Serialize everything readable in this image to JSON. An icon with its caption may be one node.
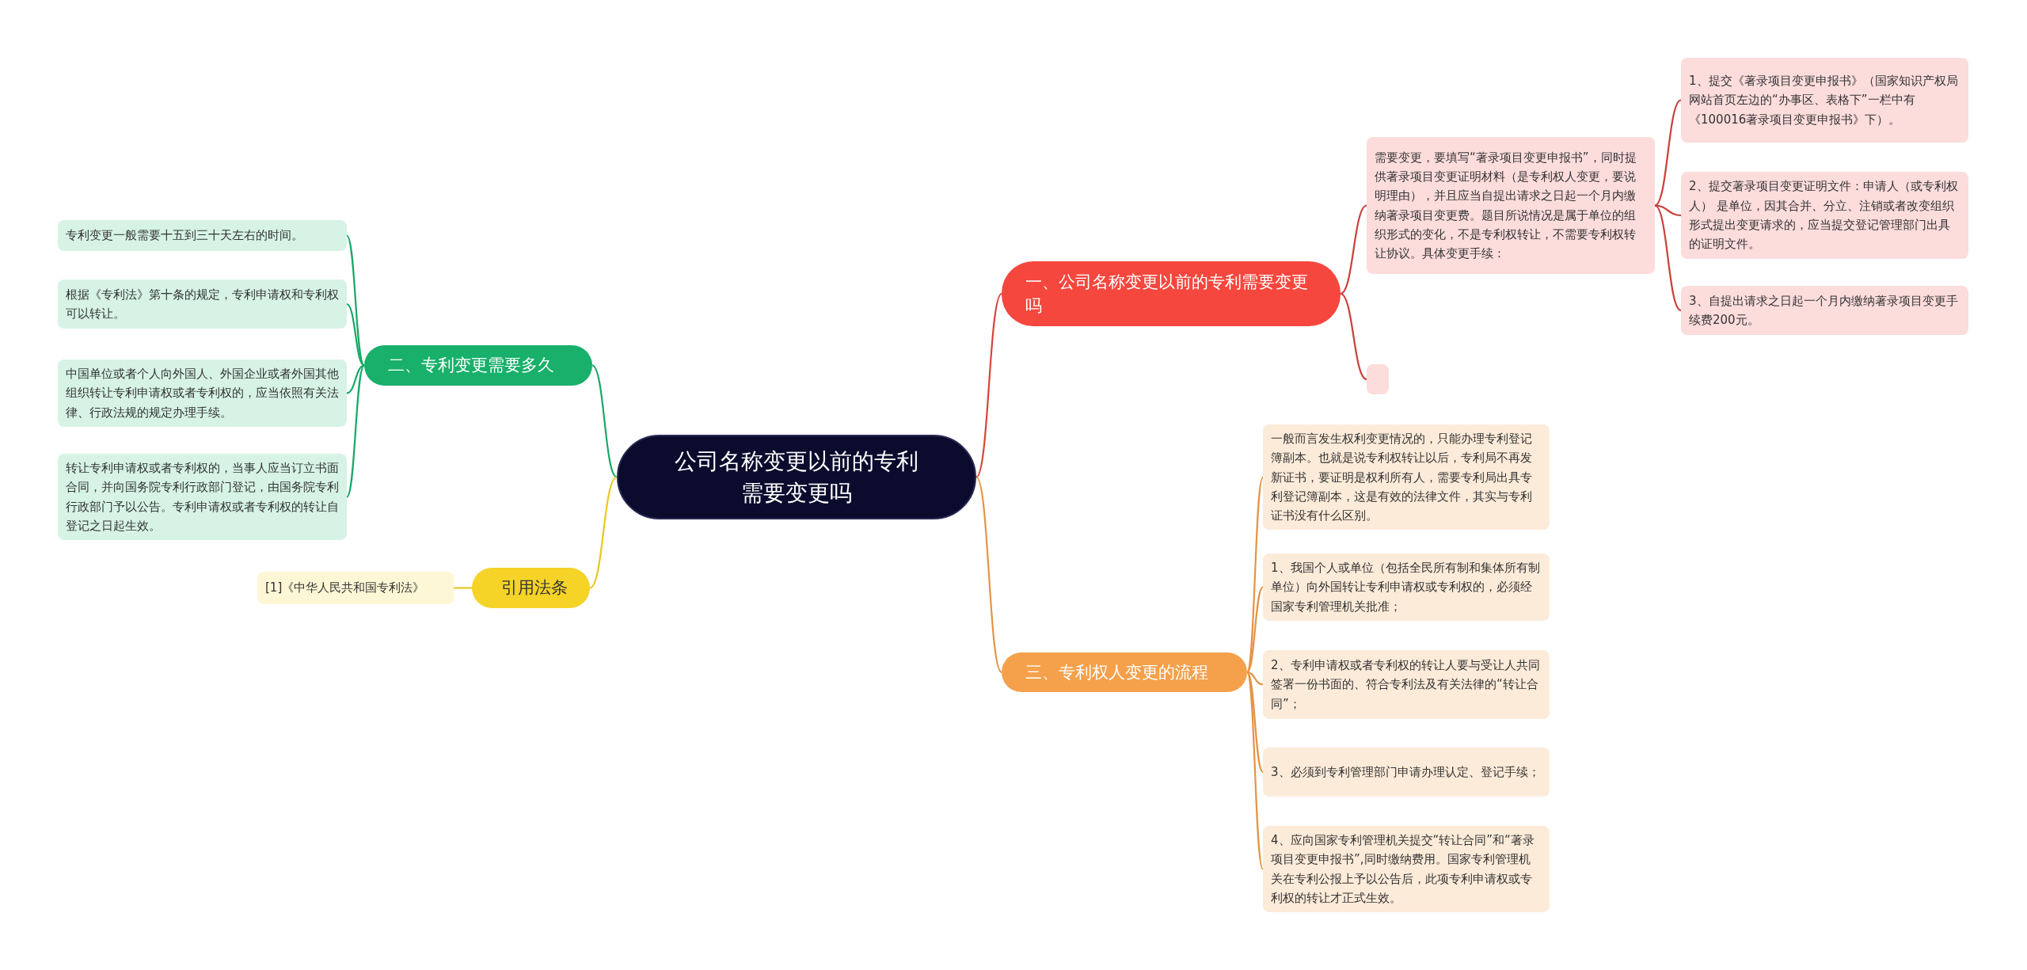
{
  "diagram": {
    "nodes": [
      {
        "text": [
          "公司名称变更以前的专利需要变更吗"
        ]
      },
      {
        "text": [
          "一、公司名称变更以前的专利需要变更吗"
        ]
      },
      {
        "text": [
          "需要变更，要填写“著录项目变更申报书”，同时提供著录项目变更证明材料（是专利权人变更，要说明理由），并且应当自提出请求之日起一个月内缴纳著录项目变更费。题目所说情况是属于单位的组织形式的变化，不是专利权转让，不需要专利权转让协议。具体变更手续："
        ]
      },
      {
        "text": [
          "1、提交《著录项目变更申报书》（国家知识产权局网站首页左边的“办事区、表格下”一栏中有《100016著录项目变更申报书》下）。"
        ]
      },
      {
        "text": [
          "2、提交著录项目变更证明文件：申请人（或专利权人） 是单位，因其合并、分立、注销或者改变组织形式提出变更请求的，应当提交登记管理部门出具的证明文件。"
        ]
      },
      {
        "text": [
          "3、自提出请求之日起一个月内缴纳著录项目变更手续费200元。"
        ]
      },
      {
        "text": [],
        "shape": "box"
      },
      {
        "text": [
          "三、专利权人变更的流程"
        ]
      },
      {
        "text": [
          "一般而言发生权利变更情况的，只能办理专利登记簿副本。也就是说专利权转让以后，专利局不再发新证书，要证明是权利所有人，需要专利局出具专利登记簿副本，这是有效的法律文件，其实与专利证书没有什么区别。"
        ]
      },
      {
        "text": [
          "1、我国个人或单位（包括全民所有制和集体所有制单位）向外国转让专利申请权或专利权的，必须经国家专利管理机关批准；"
        ]
      },
      {
        "text": [
          "2、专利申请权或者专利权的转让人要与受让人共同签署一份书面的、符合专利法及有关法律的“转让合同”；"
        ]
      },
      {
        "text": [
          "3、必须到专利管理部门申请办理认定、登记手续；"
        ]
      },
      {
        "text": [
          "4、应向国家专利管理机关提交“转让合同”和“著录项目变更申报书”,同时缴纳费用。国家专利管理机关在专利公报上予以公告后，此项专利申请权或专利权的转让才正式生效。"
        ]
      },
      {
        "text": [
          "二、专利变更需要多久"
        ]
      },
      {
        "text": [
          "专利变更一般需要十五到三十天左右的时间。"
        ]
      },
      {
        "text": [
          "根据《专利法》第十条的规定，专利申请权和专利权可以转让。"
        ]
      },
      {
        "text": [
          "中国单位或者个人向外国人、外国企业或者外国其他组织转让专利申请权或者专利权的，应当依照有关法律、行政法规的规定办理手续。"
        ]
      },
      {
        "text": [
          "转让专利申请权或者专利权的，当事人应当订立书面合同，并向国务院专利行政部门登记，由国务院专利行政部门予以公告。专利申请权或者专利权的转让自登记之日起生效。"
        ]
      },
      {
        "text": [
          "引用法条"
        ]
      },
      {
        "text": [
          "[1]《中华人民共和国专利法》"
        ]
      }
    ],
    "edges": [
      {
        "from": 0,
        "to": 1,
        "arrow": "none",
        "color": "#d9433a"
      },
      {
        "from": 1,
        "to": 2,
        "arrow": "none",
        "color": "#c9413b"
      },
      {
        "from": 1,
        "to": 6,
        "arrow": "none",
        "color": "#c9413b"
      },
      {
        "from": 2,
        "to": 3,
        "arrow": "none",
        "color": "#c9413b"
      },
      {
        "from": 2,
        "to": 4,
        "arrow": "none",
        "color": "#c9413b"
      },
      {
        "from": 2,
        "to": 5,
        "arrow": "none",
        "color": "#c9413b"
      },
      {
        "from": 0,
        "to": 7,
        "arrow": "none",
        "color": "#e39445"
      },
      {
        "from": 7,
        "to": 8,
        "arrow": "none",
        "color": "#e39445"
      },
      {
        "from": 7,
        "to": 9,
        "arrow": "none",
        "color": "#e39445"
      },
      {
        "from": 7,
        "to": 10,
        "arrow": "none",
        "color": "#e39445"
      },
      {
        "from": 7,
        "to": 11,
        "arrow": "none",
        "color": "#e39445"
      },
      {
        "from": 7,
        "to": 12,
        "arrow": "none",
        "color": "#e39445"
      },
      {
        "from": 0,
        "to": 13,
        "arrow": "none",
        "color": "#18a866"
      },
      {
        "from": 13,
        "to": 14,
        "arrow": "none",
        "color": "#18a866"
      },
      {
        "from": 13,
        "to": 15,
        "arrow": "none",
        "color": "#18a866"
      },
      {
        "from": 13,
        "to": 16,
        "arrow": "none",
        "color": "#18a866"
      },
      {
        "from": 13,
        "to": 17,
        "arrow": "none",
        "color": "#18a866"
      },
      {
        "from": 0,
        "to": 18,
        "arrow": "none",
        "color": "#e8c81f"
      },
      {
        "from": 18,
        "to": 19,
        "arrow": "none",
        "color": "#e8c81f"
      }
    ]
  }
}
